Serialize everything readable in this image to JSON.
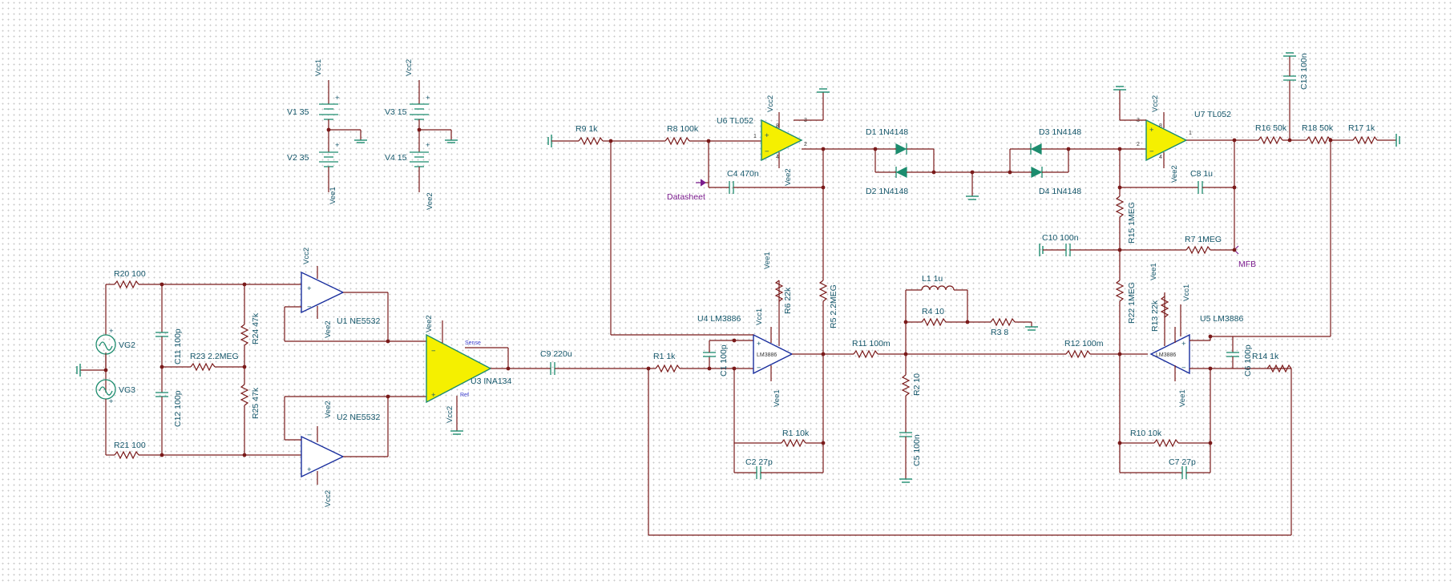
{
  "components": {
    "V1": "V1 35",
    "V2": "V2 35",
    "V3": "V3 15",
    "V4": "V4 15",
    "VG2": "VG2",
    "VG3": "VG3",
    "R20": "R20 100",
    "R21": "R21 100",
    "R23": "R23 2.2MEG",
    "R24": "R24 47k",
    "R25": "R25 47k",
    "C11": "C11 100p",
    "C12": "C12 100p",
    "U1": "U1 NE5532",
    "U2": "U2 NE5532",
    "U3": "U3 INA134",
    "C9": "C9 220u",
    "R9": "R9 1k",
    "R8": "R8 100k",
    "U6": "U6 TL052",
    "C4": "C4 470n",
    "D1": "D1 1N4148",
    "D2": "D2 1N4148",
    "D3": "D3 1N4148",
    "D4": "D4 1N4148",
    "U7": "U7 TL052",
    "C13": "C13 100n",
    "R16": "R16 50k",
    "R18": "R18 50k",
    "R17": "R17 1k",
    "C8": "C8 1u",
    "R15": "R15 1MEG",
    "C10": "C10 100n",
    "R7": "R7 1MEG",
    "R1a": "R1 1k",
    "C1": "C1 100p",
    "U4": "U4 LM3886",
    "R6": "R6 22k",
    "R5": "R5 2.2MEG",
    "R1b": "R1 10k",
    "C2": "C2 27p",
    "R11": "R11 100m",
    "L1": "L1 1u",
    "R4": "R4 10",
    "R3": "R3 8",
    "R2": "R2 10",
    "C5": "C5 100n",
    "R12": "R12 100m",
    "R22": "R22 1MEG",
    "R13": "R13 22k",
    "U5": "U5 LM3886",
    "C6": "C6 100p",
    "R14": "R14 1k",
    "R10": "R10 10k",
    "C7": "C7 27p"
  },
  "supplies": {
    "vcc1": "Vcc1",
    "vcc2": "Vcc2",
    "vee1": "Vee1",
    "vee2": "Vee2"
  },
  "pins": {
    "sense": "Sense",
    "ref": "Ref",
    "chip": "LM3886",
    "p1": "1",
    "p2": "2",
    "p3": "3",
    "p4": "4",
    "p8": "8"
  },
  "signs": {
    "plus": "+",
    "minus": "−"
  },
  "nets": {
    "datasheet": "Datasheet",
    "mfb": "MFB"
  },
  "colors": {
    "wire": "#7a1a1a",
    "part": "#1c8c6e",
    "label": "#14566a",
    "opamp_fill": "#f5f000",
    "opamp_blue": "#1a2f9e",
    "net_label": "#7b1c8e"
  }
}
